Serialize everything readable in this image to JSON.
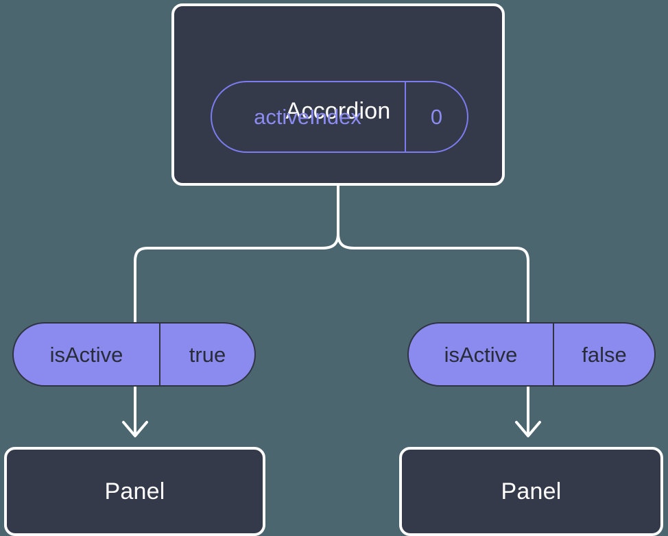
{
  "diagram": {
    "type": "component-tree",
    "background_color": "#4c6670",
    "node_fill_color": "#343a4a",
    "node_border_color": "#ffffff",
    "accent_color": "#8b8bef",
    "pill_outline_color": "#7c7cf0",
    "connector_color": "#ffffff"
  },
  "root": {
    "title": "Accordion",
    "state_badge": {
      "key": "activeIndex",
      "value": "0"
    }
  },
  "branches": [
    {
      "prop_badge": {
        "key": "isActive",
        "value": "true"
      },
      "child": {
        "title": "Panel"
      }
    },
    {
      "prop_badge": {
        "key": "isActive",
        "value": "false"
      },
      "child": {
        "title": "Panel"
      }
    }
  ]
}
